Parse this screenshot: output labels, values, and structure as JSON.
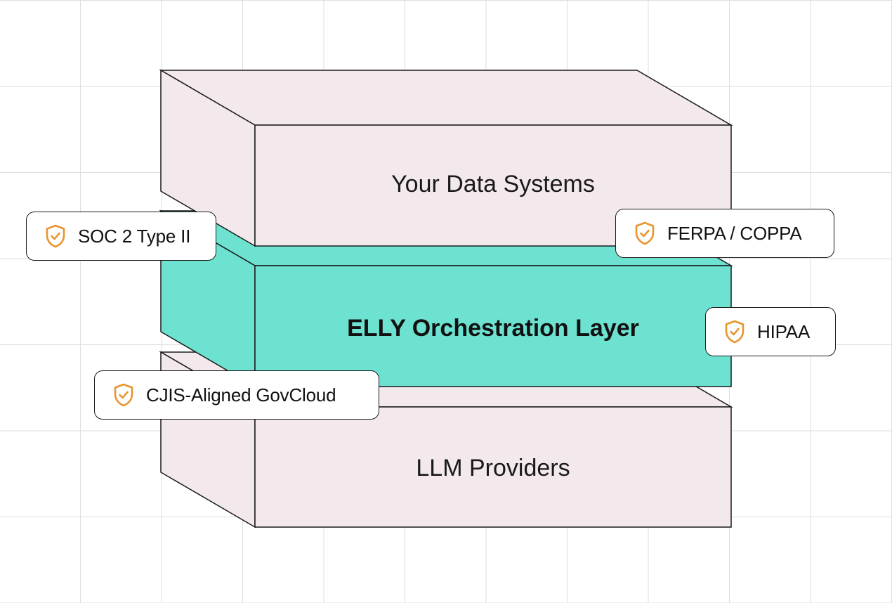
{
  "layers": {
    "top": {
      "label": "Your Data Systems",
      "color": "#f3e9ec"
    },
    "middle": {
      "label": "ELLY Orchestration Layer",
      "color": "#6de2d1"
    },
    "bottom": {
      "label": "LLM Providers",
      "color": "#f3e9ec"
    }
  },
  "badges": {
    "soc2": {
      "label": "SOC 2 Type II",
      "icon": "shield-check-icon"
    },
    "ferpa": {
      "label": "FERPA / COPPA",
      "icon": "shield-check-icon"
    },
    "hipaa": {
      "label": "HIPAA",
      "icon": "shield-check-icon"
    },
    "cjis": {
      "label": "CJIS-Aligned GovCloud",
      "icon": "shield-check-icon"
    }
  },
  "colors": {
    "outline": "#1a1a1a",
    "shield": "#e8952e",
    "grid": "#dedede"
  }
}
